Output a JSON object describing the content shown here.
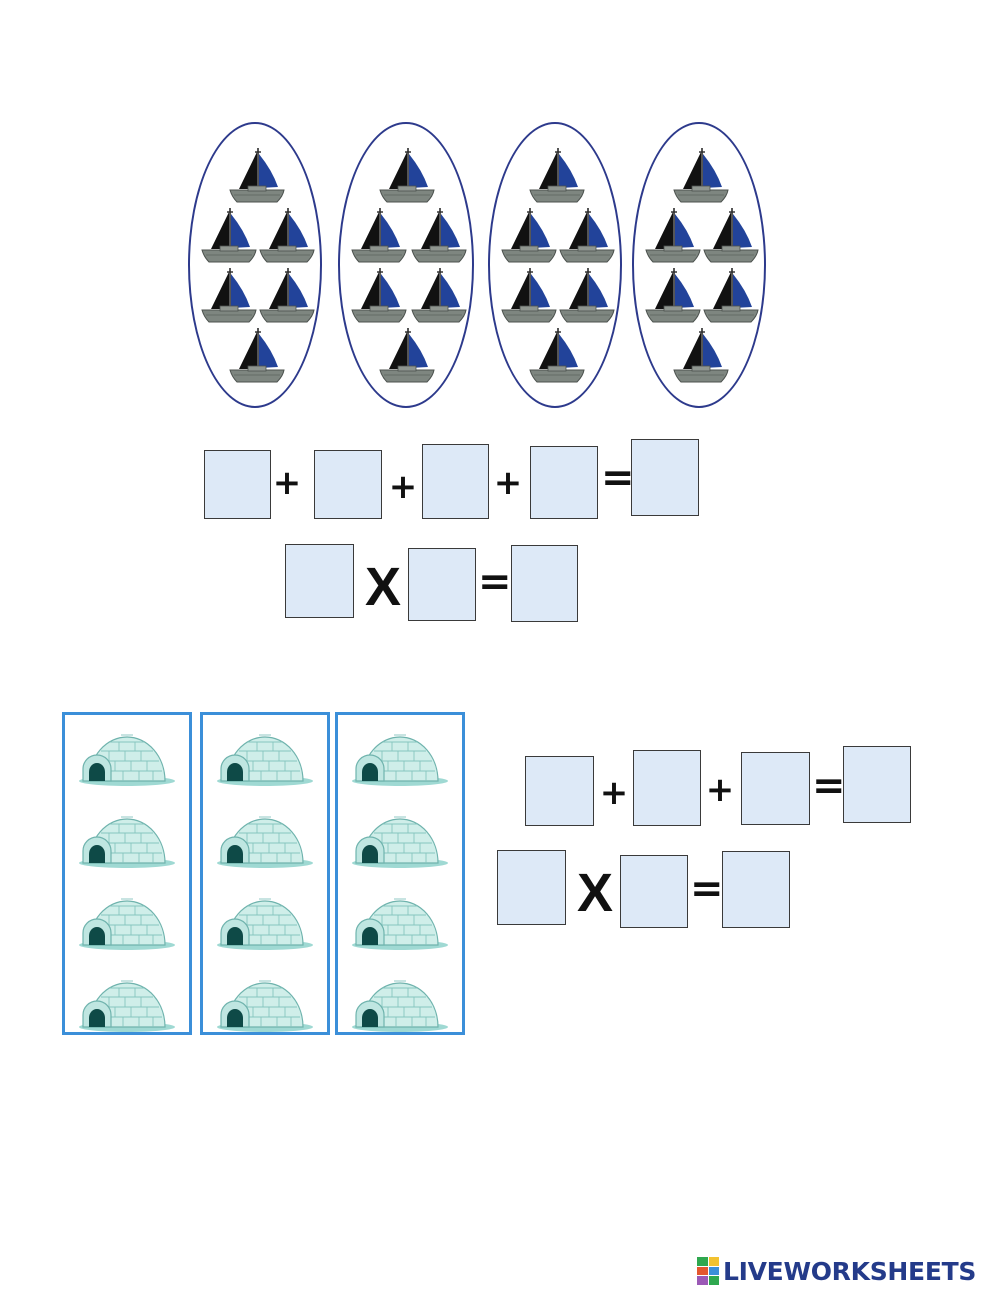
{
  "worksheet": {
    "section_boats": {
      "groups": [
        {
          "item": "sailboat",
          "count": 6
        },
        {
          "item": "sailboat",
          "count": 6
        },
        {
          "item": "sailboat",
          "count": 6
        },
        {
          "item": "sailboat",
          "count": 6
        }
      ],
      "addition": {
        "plus": "+",
        "equals": "=",
        "answers": [
          "",
          "",
          "",
          "",
          ""
        ]
      },
      "multiplication": {
        "times": "X",
        "equals": "=",
        "answers": [
          "",
          "",
          ""
        ]
      }
    },
    "section_igloos": {
      "groups": [
        {
          "item": "igloo",
          "count": 4
        },
        {
          "item": "igloo",
          "count": 4
        },
        {
          "item": "igloo",
          "count": 4
        }
      ],
      "addition": {
        "plus": "+",
        "equals": "=",
        "answers": [
          "",
          "",
          "",
          ""
        ]
      },
      "multiplication": {
        "times": "X",
        "equals": "=",
        "answers": [
          "",
          "",
          ""
        ]
      }
    }
  },
  "footer": {
    "brand_text": "LIVEWORKSHEETS",
    "logo_icon": "liveworksheets-logo-icon"
  },
  "colors": {
    "answer_box_fill": "#dde9f7",
    "oval_border": "#2d3a8c",
    "igloo_border": "#3b8fd9",
    "brand": "#243b8a"
  }
}
